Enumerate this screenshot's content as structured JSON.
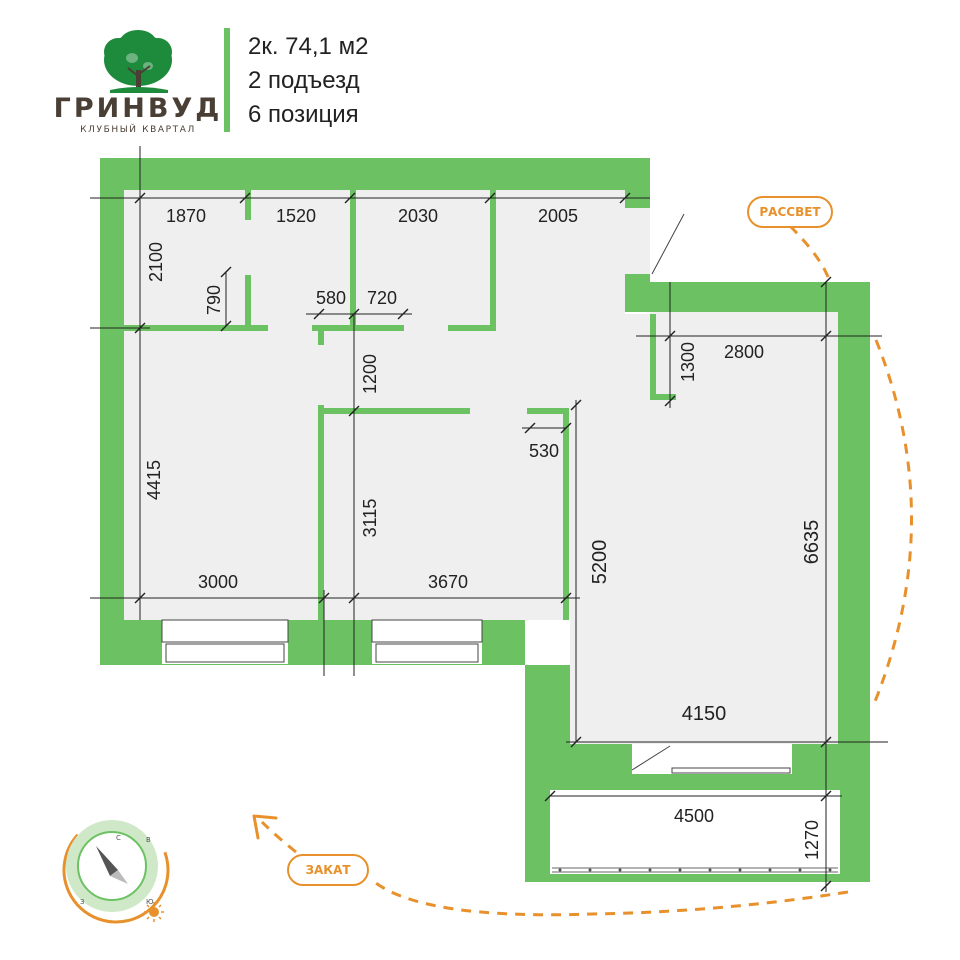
{
  "brand": {
    "name": "ГРИНВУД",
    "tagline": "КЛУБНЫЙ КВАРТАЛ"
  },
  "apartment": {
    "line1": "2к. 74,1 м2",
    "line2": "2 подъезд",
    "line3": "6 позиция"
  },
  "dimensions": {
    "d1870": "1870",
    "d1520": "1520",
    "d2030": "2030",
    "d2005": "2005",
    "d2100": "2100",
    "d790": "790",
    "d580": "580",
    "d720": "720",
    "d1200": "1200",
    "d1300": "1300",
    "d2800": "2800",
    "d4415": "4415",
    "d530": "530",
    "d3115": "3115",
    "d5200": "5200",
    "d6635": "6635",
    "d3000": "3000",
    "d3670": "3670",
    "d4150": "4150",
    "d4500": "4500",
    "d1270": "1270"
  },
  "orientation": {
    "sunrise": "РАССВЕТ",
    "sunset": "ЗАКАТ",
    "compass": {
      "n": "С",
      "e": "В",
      "s": "Ю",
      "w": "З"
    }
  },
  "colors": {
    "wall": "#6cc263",
    "floor": "#efefef",
    "accent": "#e8912c",
    "brand_green": "#1e8a3c",
    "brand_brown": "#4a3f35"
  }
}
